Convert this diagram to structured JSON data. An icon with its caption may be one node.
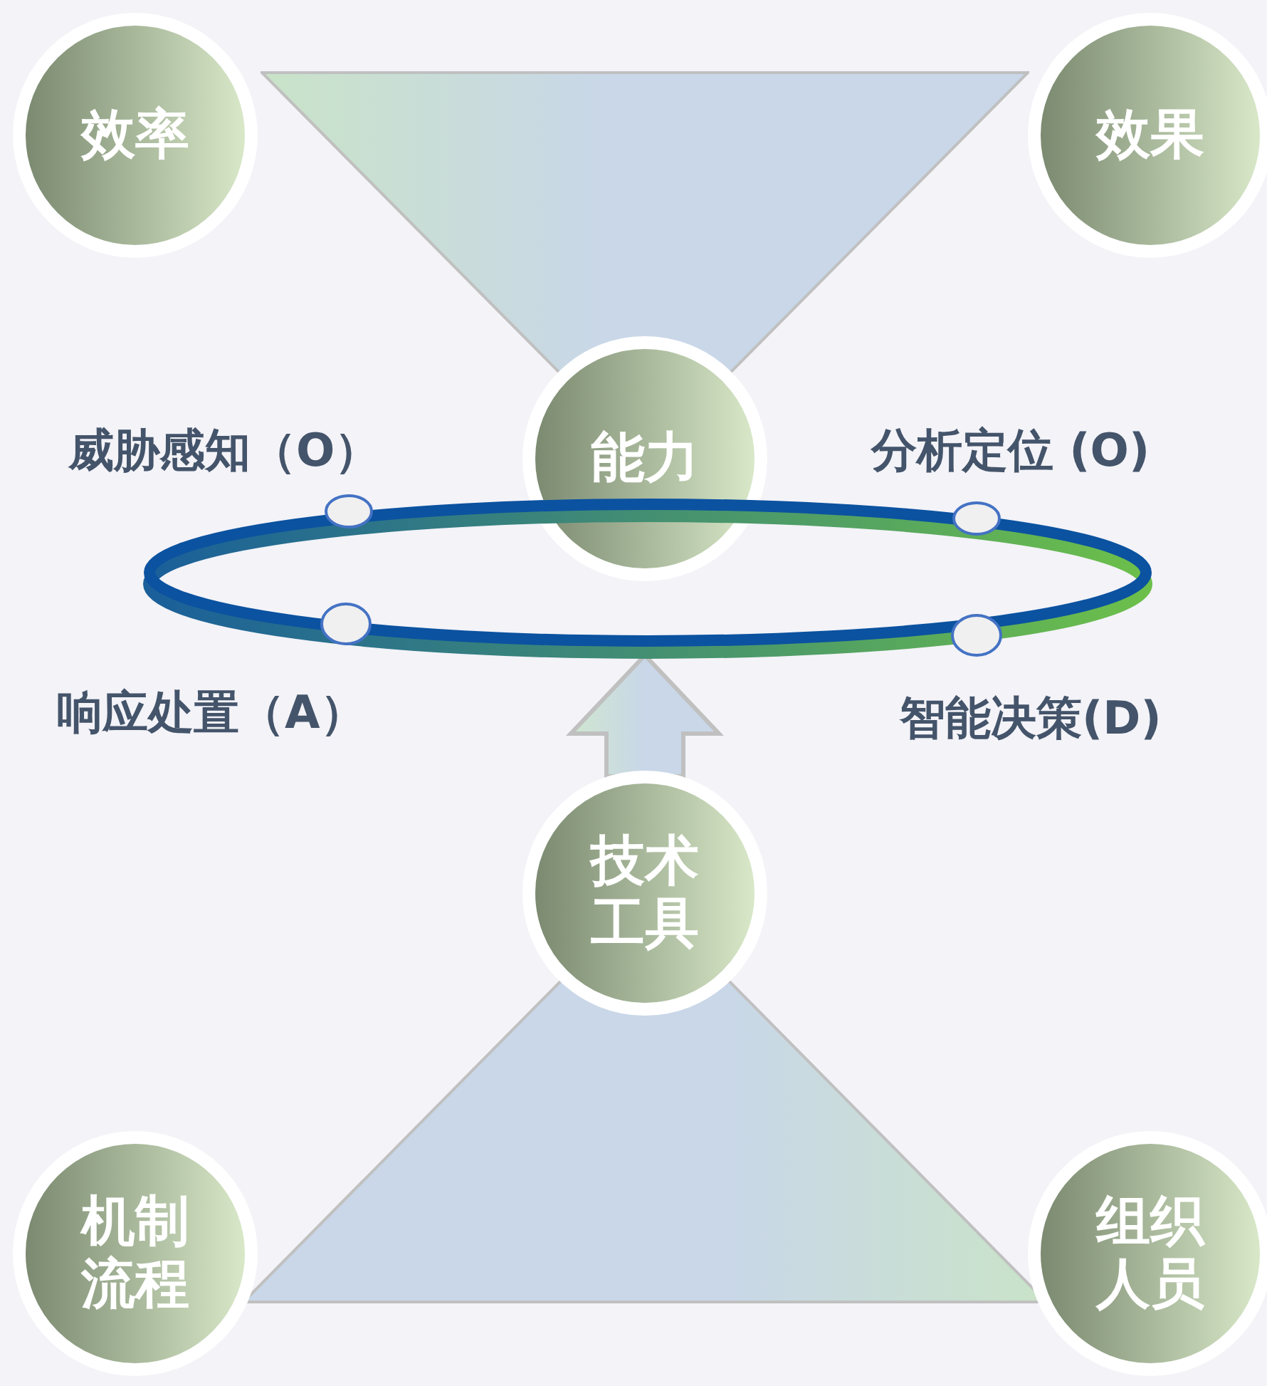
{
  "diagram": {
    "nodes": [
      {
        "text": [
          "效率"
        ]
      },
      {
        "text": [
          "效果"
        ]
      },
      {
        "text": [],
        "shape": "triangle"
      },
      {
        "text": [
          "能力"
        ]
      },
      {
        "text": [],
        "shape": "ring"
      },
      {
        "text": [
          "技术工具"
        ]
      },
      {
        "text": [],
        "shape": "triangle"
      },
      {
        "text": [
          "机制流程"
        ]
      },
      {
        "text": [
          "组织人员"
        ]
      }
    ],
    "edges": [
      {
        "from": 5,
        "to": 4,
        "arrow": "to"
      }
    ],
    "labels": [
      "威胁感知（O）",
      "分析定位 (O)",
      "响应处置（A）",
      "智能决策(D)"
    ]
  }
}
